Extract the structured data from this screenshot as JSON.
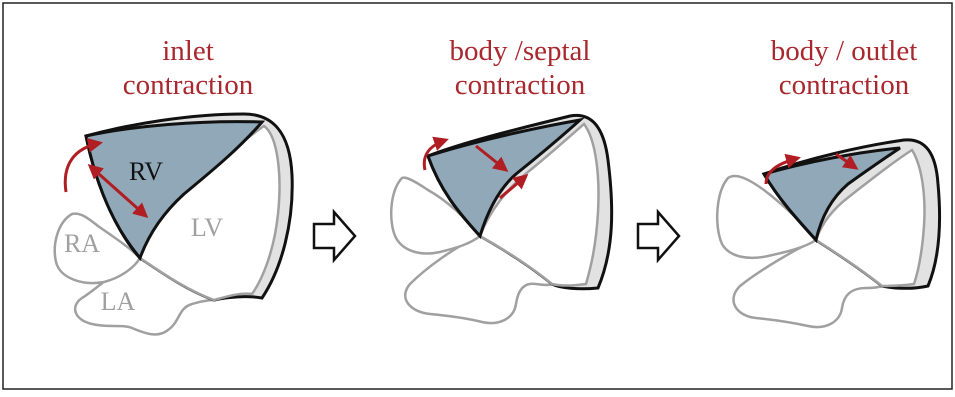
{
  "panels": [
    {
      "title_line1": "inlet",
      "title_line2": "contraction"
    },
    {
      "title_line1": "body /septal",
      "title_line2": "contraction"
    },
    {
      "title_line1": "body / outlet",
      "title_line2": "contraction"
    }
  ],
  "labels": {
    "rv": "RV",
    "lv": "LV",
    "ra": "RA",
    "la": "LA"
  },
  "colors": {
    "title_red": "#a8282e",
    "arrow_red": "#b01e23",
    "rv_fill": "#90a8b8",
    "wall_fill": "#e2e2e2",
    "outline_grey": "#9a9a9a",
    "outline_dark": "#111111"
  },
  "icons": {
    "transition_arrow": "hollow-right-arrow-icon"
  }
}
